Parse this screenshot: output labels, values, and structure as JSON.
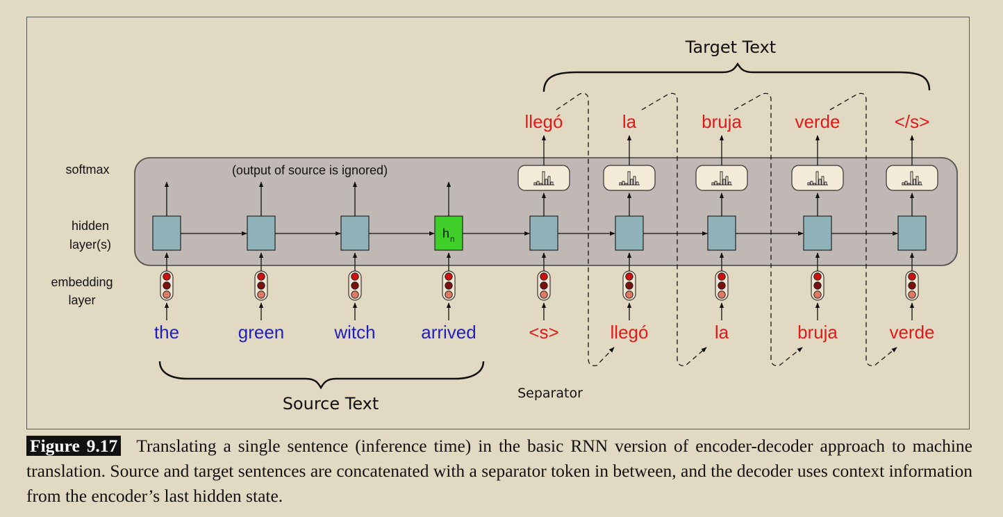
{
  "diagram": {
    "left_labels": {
      "softmax": "softmax",
      "hidden_line1": "hidden",
      "hidden_line2": "layer(s)",
      "embedding_line1": "embedding",
      "embedding_line2": "layer"
    },
    "ignored_note": "(output of source is ignored)",
    "hidden_state_label": "h",
    "hidden_state_subscript": "n",
    "source_tokens": [
      "the",
      "green",
      "witch",
      "arrived"
    ],
    "decoder_inputs": [
      "<s>",
      "llegó",
      "la",
      "bruja",
      "verde"
    ],
    "target_tokens": [
      "llegó",
      "la",
      "bruja",
      "verde",
      "</s>"
    ],
    "target_text_label": "Target Text",
    "source_text_label": "Source Text",
    "separator_label": "Separator",
    "colors": {
      "source": "#1f1fbf",
      "target": "#e01a1a",
      "hidden_cell": "#8fb3b8",
      "final_hidden_cell": "#3fcf28",
      "embedding_top": "#cc1111",
      "embedding_mid": "#7a1010",
      "embedding_bottom": "#e07a66",
      "panel": "#bfb8b4"
    }
  },
  "caption": {
    "label": "Figure 9.17",
    "text": "Translating a single sentence (inference time) in the basic RNN version of encoder-decoder approach to machine translation. Source and target sentences are concatenated with a separator token in between, and the decoder uses context information from the encoder’s last hidden state."
  }
}
